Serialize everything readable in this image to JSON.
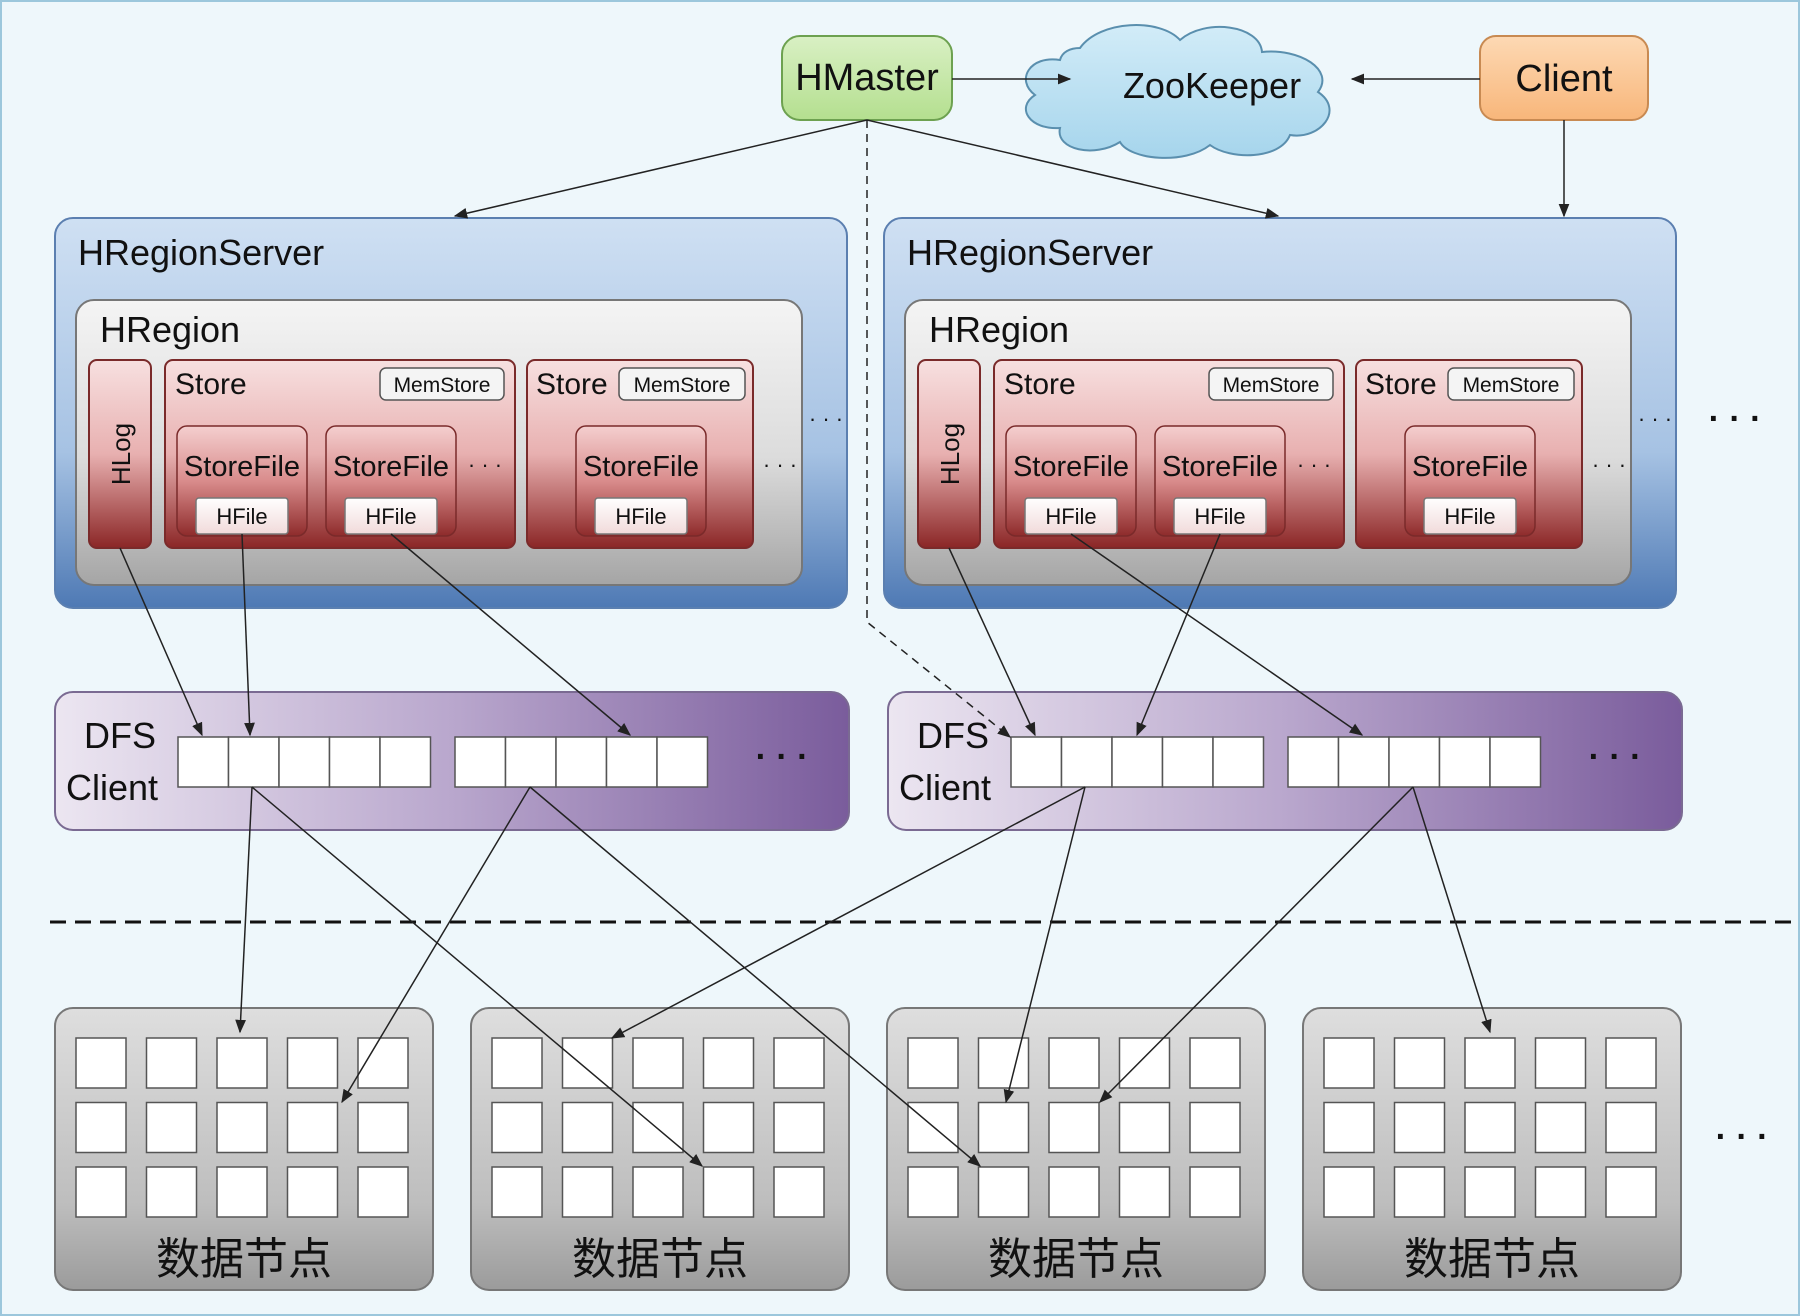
{
  "labels": {
    "hmaster": "HMaster",
    "zookeeper": "ZooKeeper",
    "client": "Client",
    "hregionserver": "HRegionServer",
    "hregion": "HRegion",
    "hlog": "HLog",
    "store": "Store",
    "memstore": "MemStore",
    "storefile": "StoreFile",
    "hfile": "HFile",
    "dfs_client_line1": "DFS",
    "dfs_client_line2": "Client",
    "datanode": "数据节点",
    "ellipsis": "· · ·"
  },
  "colors": {
    "background": "#eef7fb",
    "hmaster_fill": "#c4e7a6",
    "hmaster_stroke": "#6da150",
    "zookeeper_fill": "#b9dff0",
    "client_fill": "#fbc896",
    "client_stroke": "#c88a52",
    "regionserver_top": "#c6d8ef",
    "regionserver_bottom": "#4e79b4",
    "hregion_top": "#f2f2f2",
    "hregion_bottom": "#a8a8a8",
    "store_top": "#f5dcdc",
    "store_bottom": "#8e2b2b",
    "dfs_light": "#e9e3ef",
    "dfs_dark": "#7b5f9d",
    "datanode_top": "#e0e0e0",
    "datanode_bottom": "#9d9d9d"
  }
}
